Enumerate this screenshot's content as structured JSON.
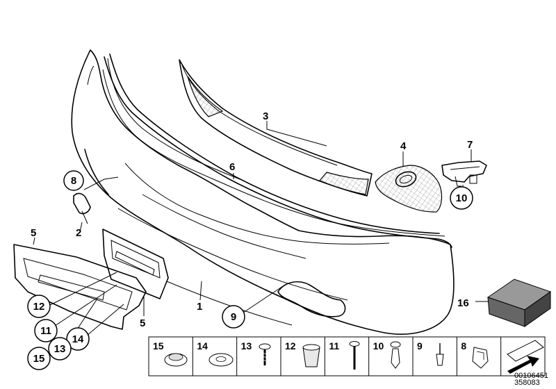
{
  "callouts": {
    "n1": "1",
    "n2": "2",
    "n3": "3",
    "n4": "4",
    "n5a": "5",
    "n5b": "5",
    "n6": "6",
    "n7": "7",
    "n8": "8",
    "n9": "9",
    "n10": "10",
    "n11": "11",
    "n12": "12",
    "n13": "13",
    "n14": "14",
    "n15": "15",
    "n16": "16"
  },
  "strip": {
    "cells": [
      {
        "number": "15",
        "icon": "grommet-icon"
      },
      {
        "number": "14",
        "icon": "washer-icon"
      },
      {
        "number": "13",
        "icon": "screw-icon"
      },
      {
        "number": "12",
        "icon": "expansion-nut-icon"
      },
      {
        "number": "11",
        "icon": "long-screw-icon"
      },
      {
        "number": "10",
        "icon": "clip-icon"
      },
      {
        "number": "9",
        "icon": "rivet-icon"
      },
      {
        "number": "8",
        "icon": "bracket-clip-icon"
      },
      {
        "number": "",
        "icon": "arrow-card-icon"
      }
    ]
  },
  "reference": {
    "code1": "00106451",
    "code2": "358083"
  }
}
